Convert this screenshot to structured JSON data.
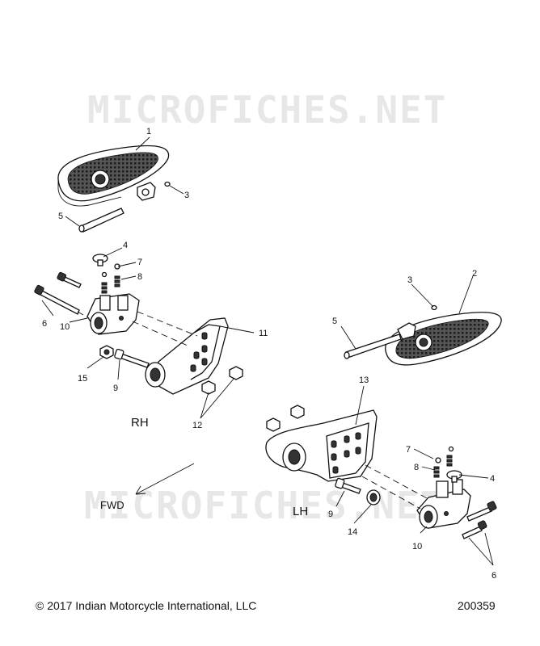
{
  "watermark": "MICROFICHES.NET",
  "side_labels": {
    "right": "RH",
    "left": "LH",
    "forward": "FWD"
  },
  "callouts": {
    "c1": "1",
    "c2": "2",
    "c3a": "3",
    "c3b": "3",
    "c4a": "4",
    "c4b": "4",
    "c5a": "5",
    "c5b": "5",
    "c6a": "6",
    "c6b": "6",
    "c7a": "7",
    "c7b": "7",
    "c8a": "8",
    "c8b": "8",
    "c9a": "9",
    "c9b": "9",
    "c10a": "10",
    "c10b": "10",
    "c11": "11",
    "c12": "12",
    "c13": "13",
    "c14": "14",
    "c15": "15"
  },
  "footer": {
    "copyright": "© 2017 Indian Motorcycle International, LLC",
    "figure_number": "200359"
  }
}
